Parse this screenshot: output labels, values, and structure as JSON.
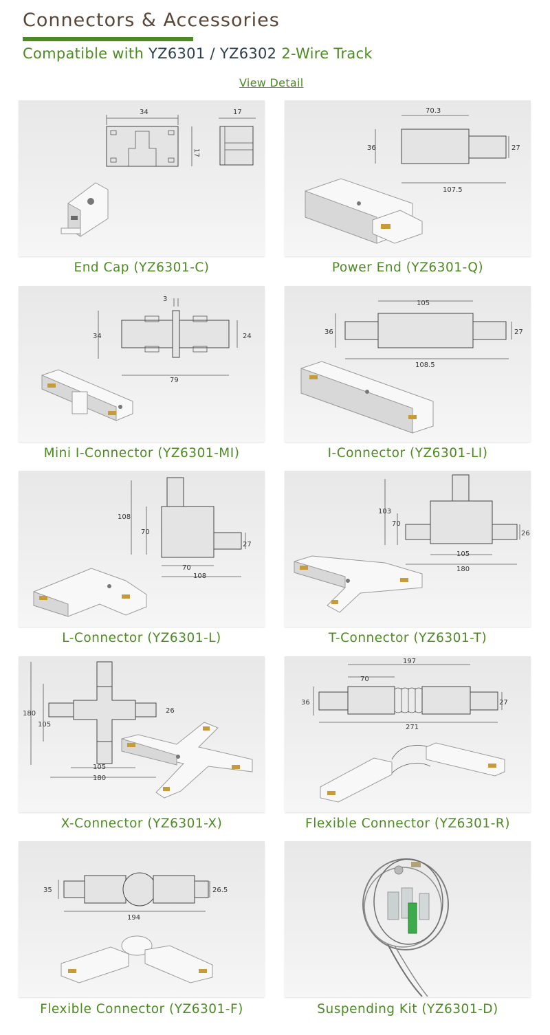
{
  "header": {
    "title": "Connectors & Accessories",
    "subtitle_prefix": "Compatible with",
    "model_a": "YZ6301",
    "separator": "/",
    "model_b": "YZ6302",
    "subtitle_suffix": "2-Wire Track",
    "view_detail": "View Detail"
  },
  "colors": {
    "title": "#5a4637",
    "accent_green": "#4c8a22",
    "model_text": "#2d3e4f"
  },
  "products": [
    {
      "label": "End Cap (YZ6301-C)",
      "dims": [
        "34",
        "17",
        "17"
      ]
    },
    {
      "label": "Power End (YZ6301-Q)",
      "dims": [
        "70.3",
        "36",
        "27",
        "107.5"
      ]
    },
    {
      "label": "Mini I-Connector (YZ6301-MI)",
      "dims": [
        "3",
        "34",
        "24",
        "79"
      ]
    },
    {
      "label": "I-Connector (YZ6301-LI)",
      "dims": [
        "105",
        "36",
        "27",
        "108.5"
      ]
    },
    {
      "label": "L-Connector (YZ6301-L)",
      "dims": [
        "108",
        "70",
        "27",
        "70",
        "108"
      ]
    },
    {
      "label": "T-Connector (YZ6301-T)",
      "dims": [
        "103",
        "70",
        "26",
        "105",
        "180"
      ]
    },
    {
      "label": "X-Connector (YZ6301-X)",
      "dims": [
        "180",
        "105",
        "26",
        "105",
        "180"
      ]
    },
    {
      "label": "Flexible Connector (YZ6301-R)",
      "dims": [
        "197",
        "70",
        "36",
        "27",
        "271"
      ]
    },
    {
      "label": "Flexible Connector (YZ6301-F)",
      "dims": [
        "35",
        "26.5",
        "194"
      ]
    },
    {
      "label": "Suspending Kit (YZ6301-D)",
      "dims": []
    }
  ]
}
